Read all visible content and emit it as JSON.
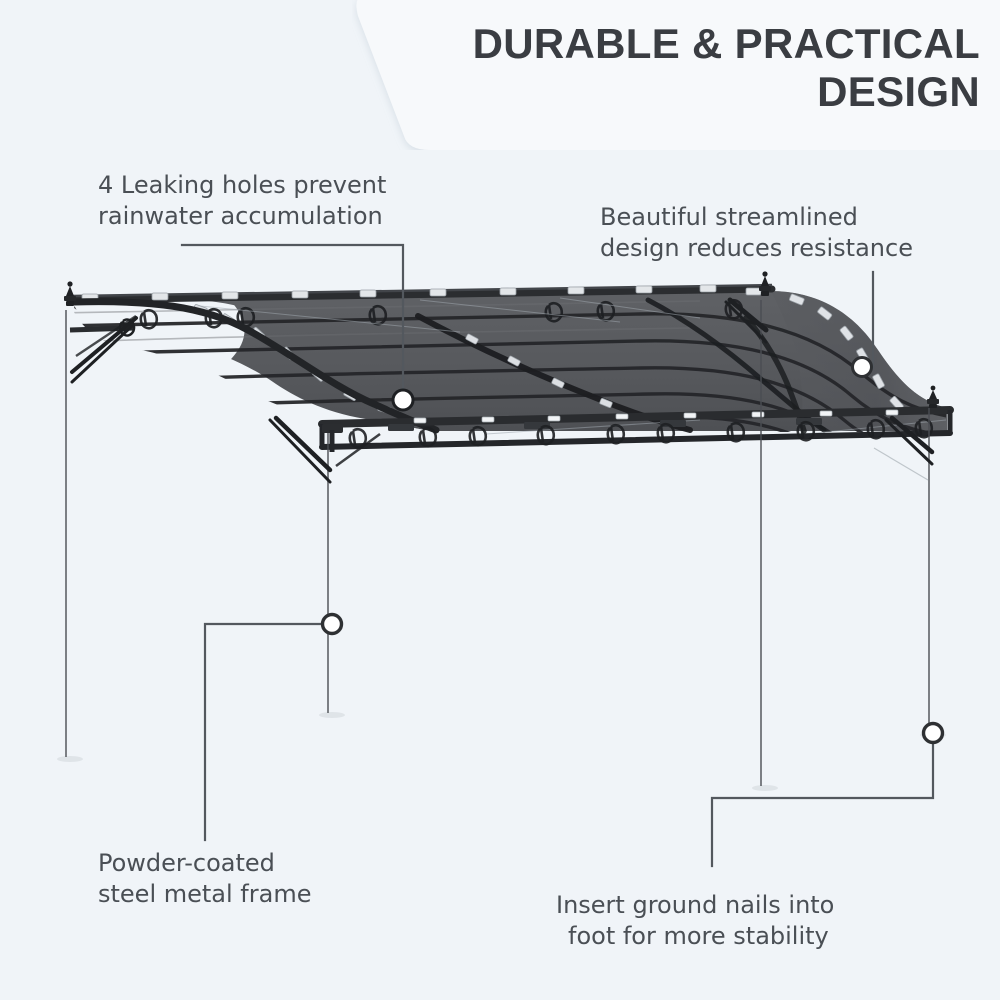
{
  "background_color": "#f0f4f8",
  "header": {
    "panel_color": "#f7f9fb",
    "title_color": "#3a3d42",
    "title_line1": "DURABLE & PRACTICAL",
    "title_line2": "DESIGN"
  },
  "callouts": [
    {
      "id": "leaking-holes",
      "line1": "4 Leaking holes prevent",
      "line2": "rainwater accumulation",
      "marker": "hole-marker-canopy"
    },
    {
      "id": "streamlined-design",
      "line1": "Beautiful streamlined",
      "line2": "design reduces resistance",
      "marker": "edge-marker-canopy-right"
    },
    {
      "id": "powder-coated-frame",
      "line1": "Powder-coated",
      "line2": "steel metal frame",
      "marker": "marker-front-left-post"
    },
    {
      "id": "ground-nails",
      "line1": "Insert ground nails into",
      "line2": "foot for more stability",
      "marker": "marker-right-post-foot"
    }
  ],
  "product": {
    "name": "wall-mounted-pergola-awning",
    "canopy_color": "#5c5e62",
    "canopy_shade_dark": "#4a4c50",
    "canopy_seam_color": "#26272a",
    "frame_color": "#2e3033",
    "clip_color": "#e8eaec",
    "leader_line_color": "#53585e",
    "marker_fill": "#ffffff",
    "marker_stroke": "#2e3033"
  },
  "text_color": "#4a4f55"
}
